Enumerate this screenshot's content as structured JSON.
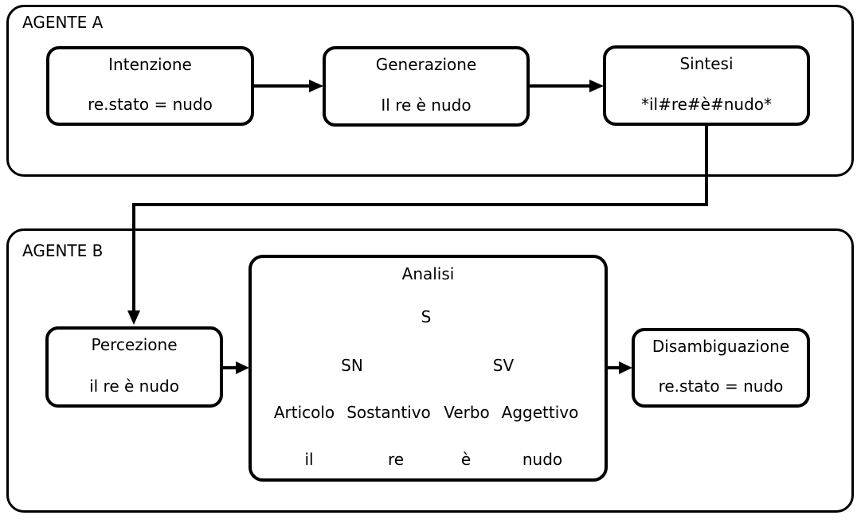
{
  "page": {
    "background_color": "#ffffff",
    "line_color": "#000000"
  },
  "agent_a": {
    "label": "AGENTE A",
    "intention": {
      "title": "Intenzione",
      "value": "re.stato = nudo"
    },
    "generation": {
      "title": "Generazione",
      "value": "Il re è nudo"
    },
    "synthesis": {
      "title": "Sintesi",
      "value": "*il#re#è#nudo*"
    }
  },
  "agent_b": {
    "label": "AGENTE B",
    "perception": {
      "title": "Percezione",
      "value": "il re è nudo"
    },
    "analysis": {
      "title": "Analisi",
      "tree": {
        "s": "S",
        "sn": "SN",
        "sv": "SV",
        "articolo": "Articolo",
        "sostantivo": "Sostantivo",
        "verbo": "Verbo",
        "aggettivo": "Aggettivo",
        "word_il": "il",
        "word_re": "re",
        "word_e": "è",
        "word_nudo": "nudo"
      }
    },
    "disambiguation": {
      "title": "Disambiguazione",
      "value": "re.stato = nudo"
    }
  }
}
